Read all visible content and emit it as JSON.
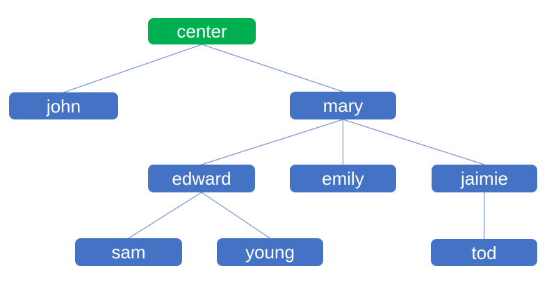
{
  "diagram": {
    "type": "tree",
    "background": "#ffffff",
    "colors": {
      "root_node_fill": "#00B050",
      "node_fill": "#4472C4",
      "node_text": "#ffffff",
      "connector_line": "#7d99d6"
    },
    "nodes": {
      "center": {
        "label": "center",
        "level": 0
      },
      "john": {
        "label": "john",
        "level": 1
      },
      "mary": {
        "label": "mary",
        "level": 1
      },
      "edward": {
        "label": "edward",
        "level": 2
      },
      "emily": {
        "label": "emily",
        "level": 2
      },
      "jaimie": {
        "label": "jaimie",
        "level": 2
      },
      "sam": {
        "label": "sam",
        "level": 3
      },
      "young": {
        "label": "young",
        "level": 3
      },
      "tod": {
        "label": "tod",
        "level": 3
      }
    },
    "edges": [
      {
        "from": "center",
        "to": "john"
      },
      {
        "from": "center",
        "to": "mary"
      },
      {
        "from": "mary",
        "to": "edward"
      },
      {
        "from": "mary",
        "to": "emily"
      },
      {
        "from": "mary",
        "to": "jaimie"
      },
      {
        "from": "edward",
        "to": "sam"
      },
      {
        "from": "edward",
        "to": "young"
      },
      {
        "from": "jaimie",
        "to": "tod"
      }
    ]
  }
}
